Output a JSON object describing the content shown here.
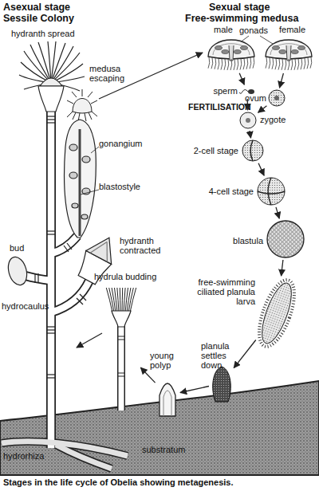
{
  "diagram": {
    "caption": "Stages in the life cycle of Obelia showing metagenesis.",
    "nodes": [
      {
        "text": [
          "male"
        ]
      },
      {
        "text": [
          "female"
        ]
      },
      {
        "text": [
          "sperm"
        ]
      },
      {
        "text": [
          "ovum"
        ]
      },
      {
        "text": [
          "zygote"
        ]
      },
      {
        "text": [
          "2-cell stage"
        ]
      },
      {
        "text": [
          "4-cell stage"
        ]
      },
      {
        "text": [
          "blastula"
        ]
      },
      {
        "text": [
          "free-swimming ciliated planula larva"
        ]
      },
      {
        "text": [
          "planula settles down"
        ]
      },
      {
        "text": [
          "young polyp"
        ]
      },
      {
        "text": [
          "hydrula budding"
        ]
      }
    ],
    "edges": [
      {
        "from": 0,
        "to": 2,
        "arrow": "to"
      },
      {
        "from": 1,
        "to": 3,
        "arrow": "to"
      },
      {
        "from": 2,
        "to": 4,
        "arrow": "to"
      },
      {
        "from": 3,
        "to": 4,
        "arrow": "to"
      },
      {
        "from": 4,
        "to": 5,
        "arrow": "to"
      },
      {
        "from": 5,
        "to": 6,
        "arrow": "to"
      },
      {
        "from": 6,
        "to": 7,
        "arrow": "to"
      },
      {
        "from": 7,
        "to": 8,
        "arrow": "to"
      },
      {
        "from": 8,
        "to": 9,
        "arrow": "to"
      },
      {
        "from": 9,
        "to": 10,
        "arrow": "to"
      },
      {
        "from": 10,
        "to": 11,
        "arrow": "to"
      }
    ],
    "labels": [
      "Asexual stage",
      "Sessile Colony",
      "Sexual stage",
      "Free-swimming medusa",
      "hydranth spread",
      "medusa escaping",
      "gonads",
      "gonangium",
      "blastostyle",
      "hydranth contracted",
      "bud",
      "hydrocaulus",
      "FERTILISATION",
      "hydrorhiza",
      "substratum"
    ]
  }
}
